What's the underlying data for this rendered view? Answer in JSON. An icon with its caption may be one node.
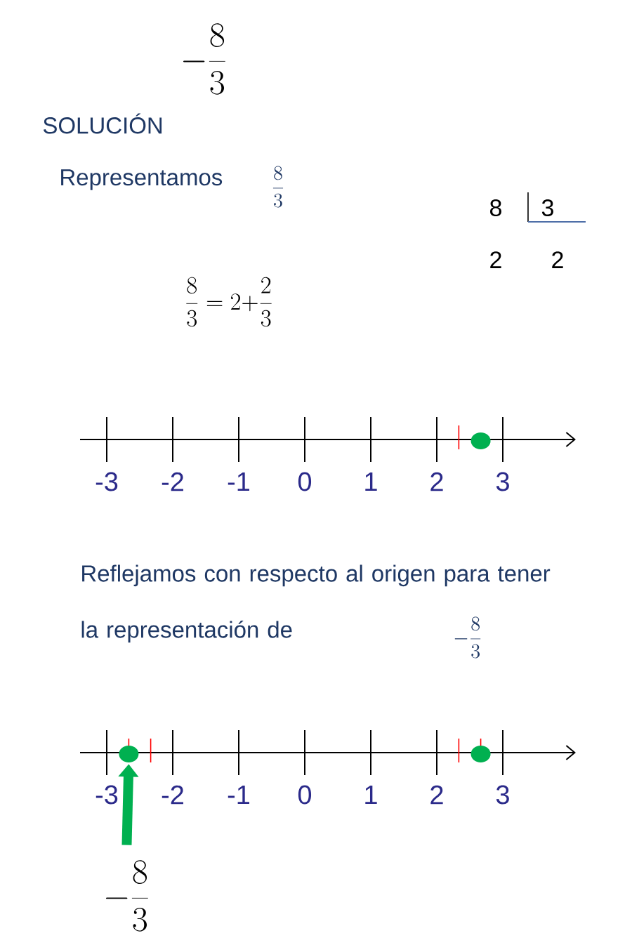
{
  "diagram": {
    "nodes": [
      {
        "text": [],
        "shape": "circle"
      },
      {
        "text": [],
        "shape": "circle"
      },
      {
        "text": [],
        "shape": "circle"
      },
      {
        "text": [
          "-\\frac{8}{3}"
        ]
      }
    ],
    "edges": [
      {
        "from": 3,
        "to": 1,
        "arrow": "to"
      }
    ],
    "labels": [
      "-\\frac{8}{3}",
      "SOLUCIÓN",
      "Representamos",
      "\\frac{8}{3}",
      "8",
      "3",
      "2",
      "2",
      "\\frac{8}{3}=2{+}\\frac{2}{3}",
      "-3",
      "-2",
      "-1",
      "0",
      "1",
      "2",
      "3",
      "Reflejamos con respecto al origen para tener la representación de",
      "-\\frac{8}{3}",
      "-3",
      "-2",
      "-1",
      "0",
      "1",
      "2",
      "3"
    ]
  }
}
